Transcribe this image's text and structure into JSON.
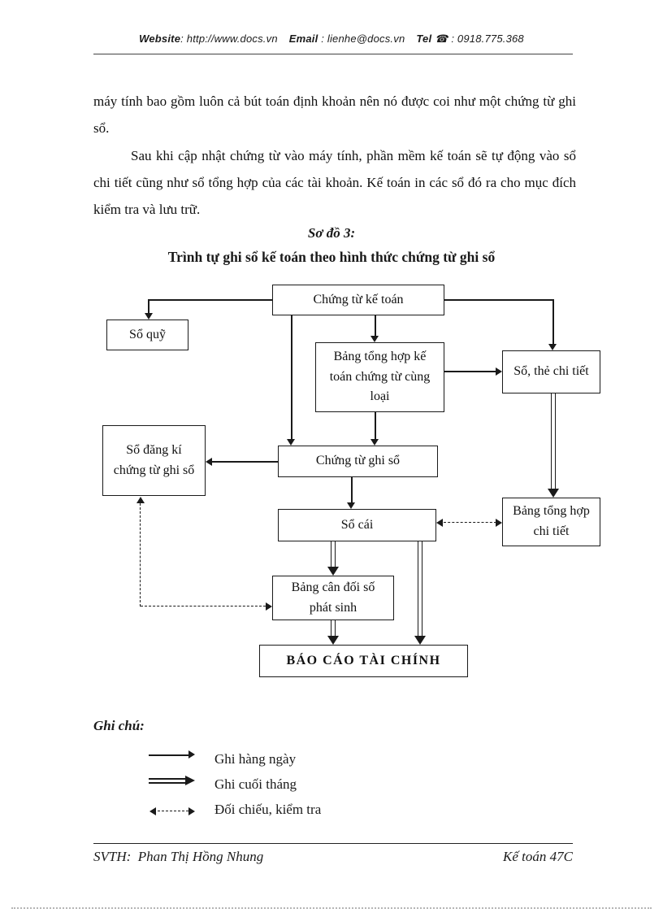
{
  "header": {
    "website_label": "Website",
    "website_value": ": http://www.docs.vn",
    "email_label": "Email",
    "email_value": ": lienhe@docs.vn",
    "tel_label": "Tel",
    "phone_icon": "☎",
    "tel_value": ": 0918.775.368"
  },
  "body": {
    "paragraph1": "máy tính bao gồm luôn cả bút toán định khoản nên nó được coi như một chứng từ ghi sổ.",
    "paragraph2": "Sau khi cập nhật chứng từ vào máy tính, phần mềm kế toán sẽ tự động vào sổ chi tiết cũng như sổ tổng hợp của các tài khoản. Kế toán in các sổ đó ra cho mục đích kiểm tra và lưu trữ."
  },
  "diagram": {
    "caption": "Sơ đồ 3:",
    "title": "Trình tự ghi sổ kế toán theo hình thức chứng từ ghi sổ",
    "boxes": {
      "chung_tu_ke_toan": "Chứng từ kế toán",
      "so_quy": "Sổ quỹ",
      "bang_tong_hop_ctl": "Bảng tổng hợp kế toán chứng từ cùng loại",
      "so_the_chi_tiet": "Sổ, thẻ chi tiết",
      "so_dang_ki": "Sổ đăng kí chứng từ ghi sổ",
      "chung_tu_ghi_so": "Chứng từ ghi sổ",
      "so_cai": "Sổ cái",
      "bang_tong_hop_chi_tiet": "Bảng tổng hợp chi tiết",
      "bang_can_doi": "Bảng cân đối số phát sinh",
      "bao_cao": "BÁO CÁO TÀI CHÍNH"
    }
  },
  "legend": {
    "title": "Ghi chú:",
    "items": [
      {
        "style": "solid",
        "label": "Ghi hàng ngày"
      },
      {
        "style": "double",
        "label": "Ghi cuối tháng"
      },
      {
        "style": "dashed",
        "label": "Đối chiếu, kiểm tra"
      }
    ]
  },
  "footer": {
    "left": "SVTH:  Phan Thị Hồng Nhung",
    "right": "Kế toán 47C"
  },
  "colors": {
    "ink": "#1a1a1a",
    "background": "#ffffff"
  }
}
